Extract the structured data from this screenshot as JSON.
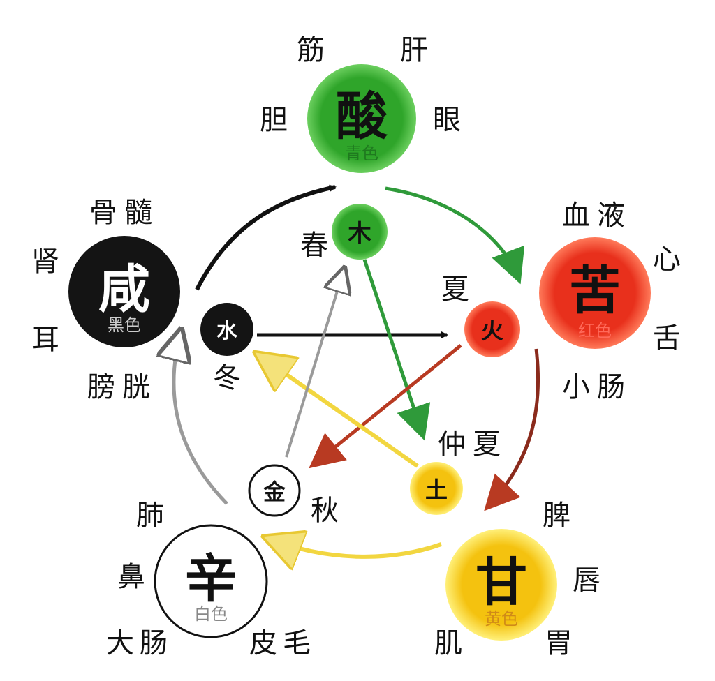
{
  "wood": {
    "taste": "酸",
    "color_label": "青色",
    "element": "木",
    "season": "春",
    "organs": [
      "筋",
      "肝",
      "胆",
      "眼"
    ],
    "fill": "#2fa52a",
    "glow": "#7fd67a"
  },
  "fire": {
    "taste": "苦",
    "color_label": "红色",
    "element": "火",
    "season": "夏",
    "organs": [
      "血液",
      "心",
      "舌",
      "小肠"
    ],
    "fill": "#e8301c",
    "glow": "#ff8a70"
  },
  "earth": {
    "taste": "甘",
    "color_label": "黄色",
    "element": "土",
    "season": "仲夏",
    "organs": [
      "脾",
      "唇",
      "胃",
      "肌"
    ],
    "fill": "#f2c20f",
    "glow": "#ffe680"
  },
  "metal": {
    "taste": "辛",
    "color_label": "白色",
    "element": "金",
    "season": "秋",
    "organs": [
      "肺",
      "鼻",
      "大肠",
      "皮毛"
    ],
    "fill": "#ffffff"
  },
  "water": {
    "taste": "咸",
    "color_label": "黑色",
    "element": "水",
    "season": "冬",
    "organs": [
      "骨髓",
      "肾",
      "耳",
      "膀胱"
    ],
    "fill": "#141414"
  },
  "colors": {
    "generating_wood_fire": "#2f9a3a",
    "generating_fire_earth": "#8a2a1c",
    "generating_earth_metal": "#f2d640",
    "generating_metal_water": "#9a9a9a",
    "generating_water_wood": "#111111",
    "control_wood_earth": "#2f9a3a",
    "control_fire_metal": "#b83a22",
    "control_earth_water": "#f2d640",
    "control_metal_wood": "#9a9a9a",
    "control_water_fire": "#111111"
  }
}
